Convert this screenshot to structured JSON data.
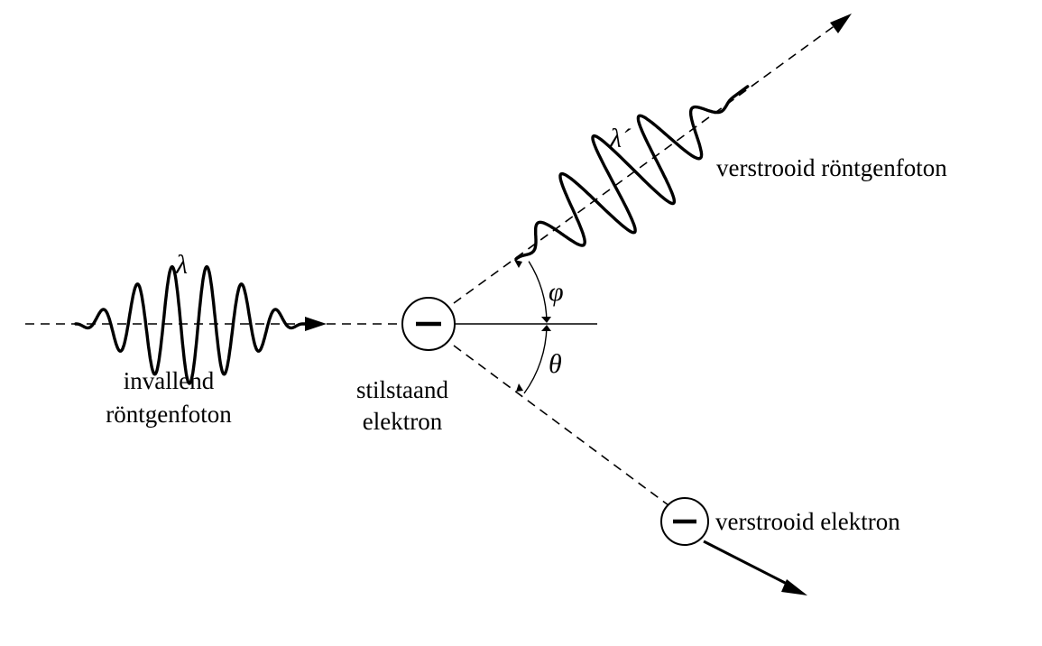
{
  "labels": {
    "incident_line1": "invallend",
    "incident_line2": "röntgenfoton",
    "electron_line1": "stilstaand",
    "electron_line2": "elektron",
    "scattered_photon": "verstrooid röntgenfoton",
    "scattered_electron": "verstrooid elektron",
    "lambda_in": "λ",
    "lambda_out": "λ´",
    "angle_phi": "φ",
    "angle_theta": "θ",
    "electron_sign": "–"
  },
  "angles": {
    "phi_deg": 32,
    "theta_deg": 30
  }
}
